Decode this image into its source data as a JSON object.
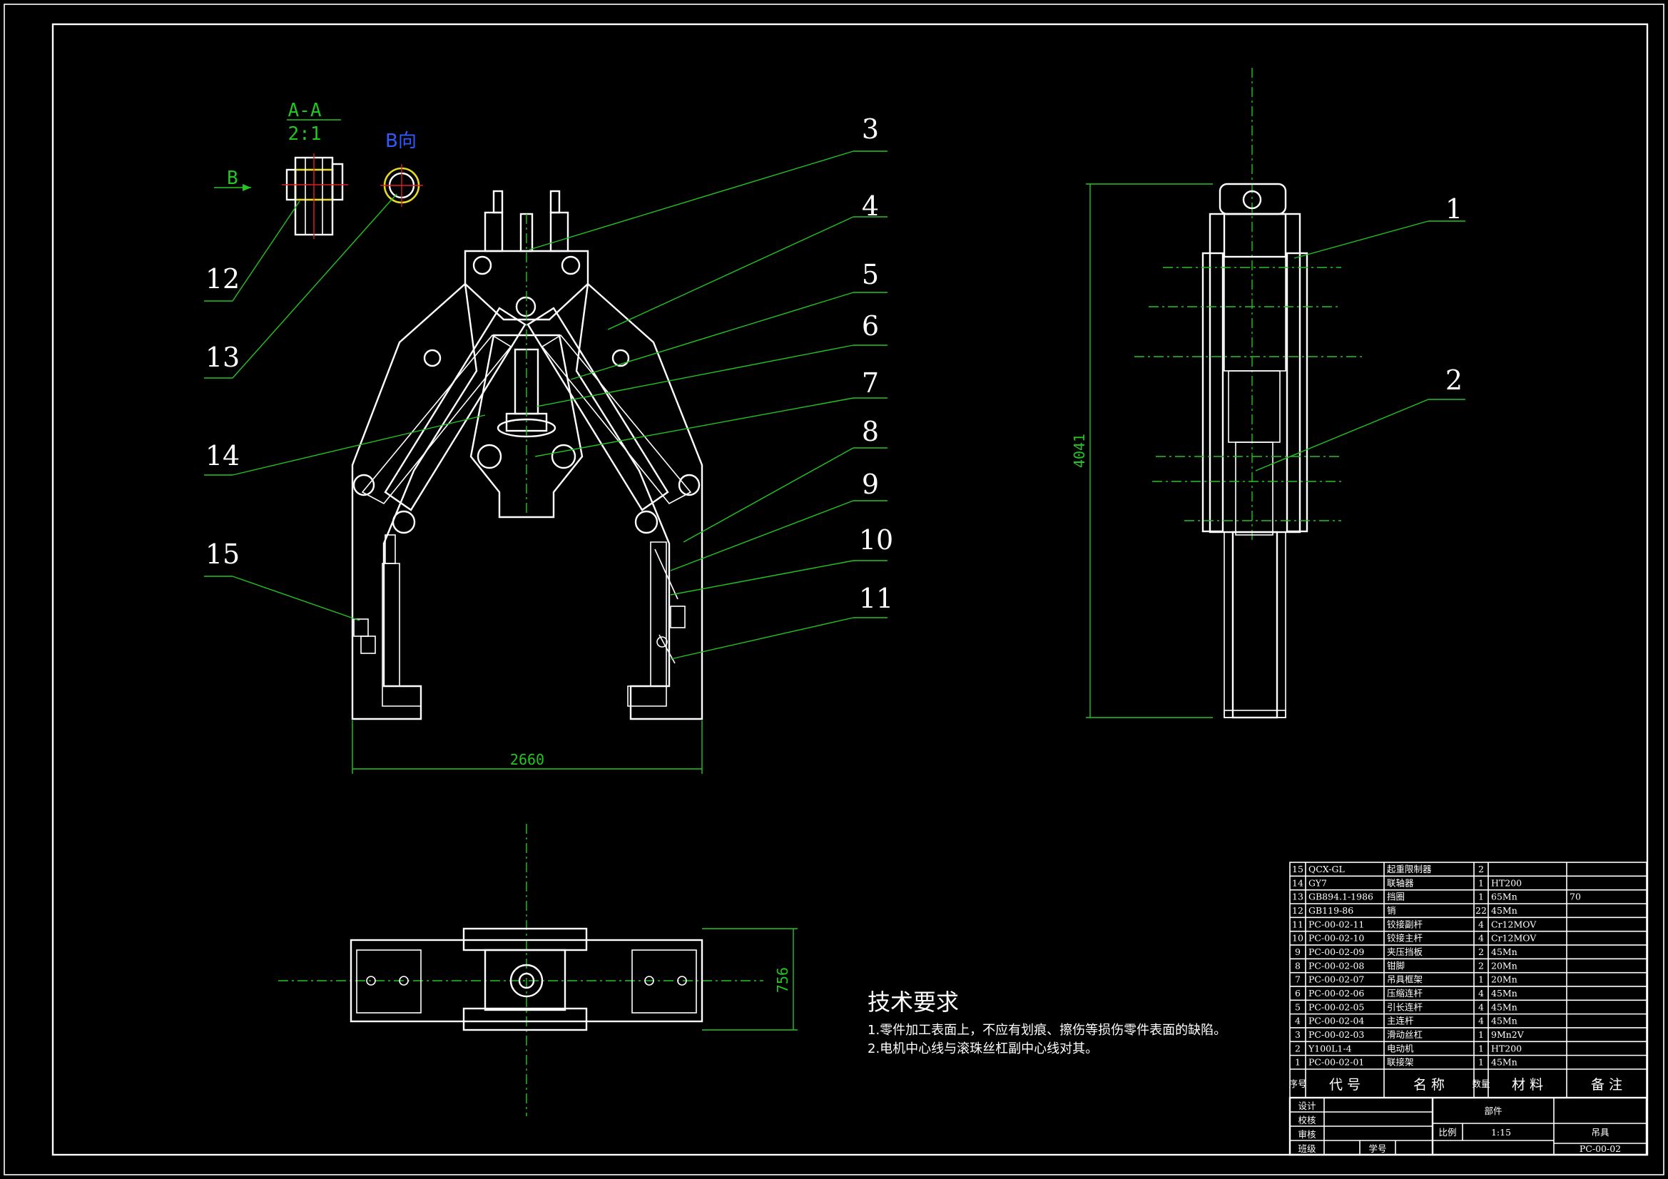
{
  "section": {
    "label": "A-A",
    "scale": "2:1"
  },
  "view_arrow": {
    "label": "B"
  },
  "view_b": {
    "label": "B向"
  },
  "dimensions": {
    "width": "2660",
    "height": "4041",
    "depth": "756"
  },
  "balloons": [
    {
      "n": "1"
    },
    {
      "n": "2"
    },
    {
      "n": "3"
    },
    {
      "n": "4"
    },
    {
      "n": "5"
    },
    {
      "n": "6"
    },
    {
      "n": "7"
    },
    {
      "n": "8"
    },
    {
      "n": "9"
    },
    {
      "n": "10"
    },
    {
      "n": "11"
    },
    {
      "n": "12"
    },
    {
      "n": "13"
    },
    {
      "n": "14"
    },
    {
      "n": "15"
    }
  ],
  "requirements": {
    "title": "技术要求",
    "items": [
      "1.零件加工表面上，不应有划痕、擦伤等损伤零件表面的缺陷。",
      "2.电机中心线与滚珠丝杠副中心线对其。"
    ]
  },
  "bom": {
    "rows": [
      {
        "no": "15",
        "code": "QCX-GL",
        "name": "起重限制器",
        "qty": "2",
        "material": "",
        "note": ""
      },
      {
        "no": "14",
        "code": "GY7",
        "name": "联轴器",
        "qty": "1",
        "material": "HT200",
        "note": ""
      },
      {
        "no": "13",
        "code": "GB894.1-1986",
        "name": "挡圈",
        "qty": "1",
        "material": "65Mn",
        "note": "70"
      },
      {
        "no": "12",
        "code": "GB119-86",
        "name": "销",
        "qty": "22",
        "material": "45Mn",
        "note": ""
      },
      {
        "no": "11",
        "code": "PC-00-02-11",
        "name": "铰接副杆",
        "qty": "4",
        "material": "Cr12MOV",
        "note": ""
      },
      {
        "no": "10",
        "code": "PC-00-02-10",
        "name": "铰接主杆",
        "qty": "4",
        "material": "Cr12MOV",
        "note": ""
      },
      {
        "no": "9",
        "code": "PC-00-02-09",
        "name": "夹压挡板",
        "qty": "2",
        "material": "45Mn",
        "note": ""
      },
      {
        "no": "8",
        "code": "PC-00-02-08",
        "name": "钳脚",
        "qty": "2",
        "material": "20Mn",
        "note": ""
      },
      {
        "no": "7",
        "code": "PC-00-02-07",
        "name": "吊具框架",
        "qty": "1",
        "material": "20Mn",
        "note": ""
      },
      {
        "no": "6",
        "code": "PC-00-02-06",
        "name": "压缩连杆",
        "qty": "4",
        "material": "45Mn",
        "note": ""
      },
      {
        "no": "5",
        "code": "PC-00-02-05",
        "name": "引长连杆",
        "qty": "4",
        "material": "45Mn",
        "note": ""
      },
      {
        "no": "4",
        "code": "PC-00-02-04",
        "name": "主连杆",
        "qty": "4",
        "material": "45Mn",
        "note": ""
      },
      {
        "no": "3",
        "code": "PC-00-02-03",
        "name": "滑动丝杠",
        "qty": "1",
        "material": "9Mn2V",
        "note": ""
      },
      {
        "no": "2",
        "code": "Y100L1-4",
        "name": "电动机",
        "qty": "1",
        "material": "HT200",
        "note": ""
      },
      {
        "no": "1",
        "code": "PC-00-02-01",
        "name": "联接架",
        "qty": "1",
        "material": "45Mn",
        "note": ""
      }
    ],
    "header": {
      "no": "序号",
      "code": "代 号",
      "name": "名 称",
      "qty": "数量",
      "material": "材 料",
      "note": "备 注"
    }
  },
  "title_block": {
    "design_label": "设计",
    "check_label": "校核",
    "review_label": "审核",
    "class_label": "班级",
    "student_no_label": "学号",
    "part_label": "部件",
    "scale_label": "比例",
    "scale_value": "1:15",
    "drawing_name": "吊具",
    "drawing_no": "PC-00-02"
  }
}
